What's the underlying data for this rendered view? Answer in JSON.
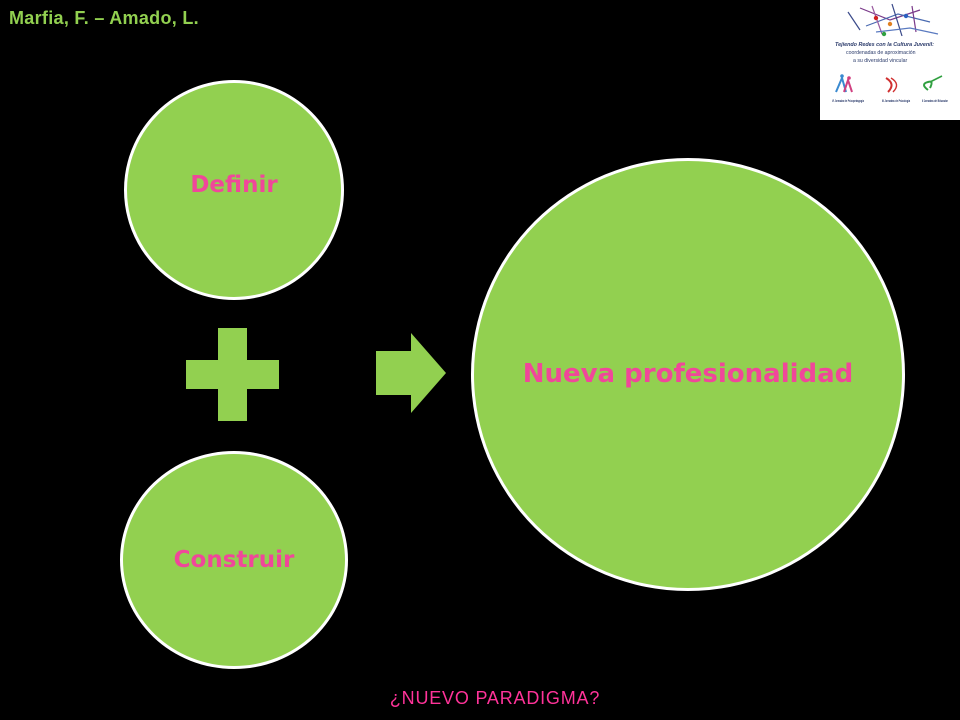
{
  "header": {
    "author": "Marfia, F. – Amado, L."
  },
  "diagram": {
    "nodes": [
      {
        "id": "definir",
        "label": "Definir"
      },
      {
        "id": "construir",
        "label": "Construir"
      },
      {
        "id": "nueva",
        "label": "Nueva profesionalidad"
      }
    ],
    "operators": [
      {
        "type": "plus-icon"
      },
      {
        "type": "arrow-right-icon"
      }
    ]
  },
  "logo": {
    "title_line1": "Tejiendo Redes con la Cultura Juvenil:",
    "title_line2": "coordenadas de aproximación",
    "title_line3": "a su diversidad vincular",
    "event1": "VI Jornadas de Psicopedagogía",
    "event2": "III Jornadas de Psicología",
    "event3": "II Jornadas del Educador"
  },
  "footer": {
    "text": "¿NUEVO PARADIGMA?"
  },
  "colors": {
    "background": "#000000",
    "circle_fill": "#92d050",
    "circle_border": "#ffffff",
    "label_text": "#f0479a",
    "author_text": "#92d050",
    "footer_text": "#ff3399"
  }
}
